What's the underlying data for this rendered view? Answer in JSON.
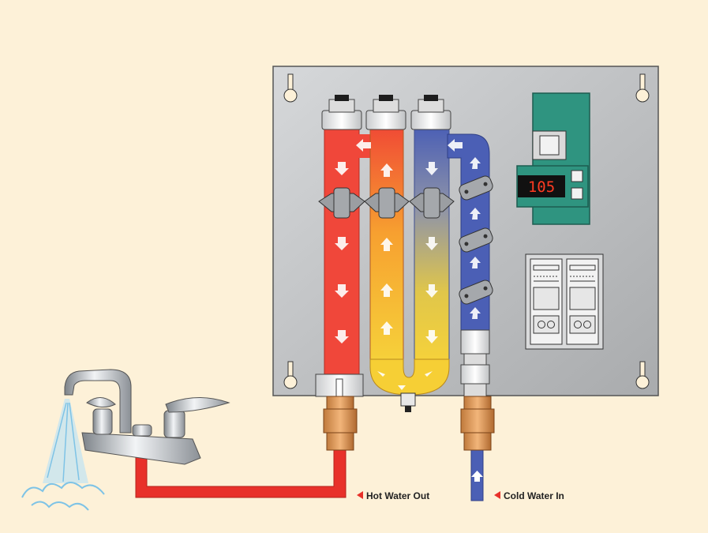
{
  "diagram": {
    "display_reading": "105",
    "labels": {
      "hot_out": "Hot Water Out",
      "cold_in": "Cold Water In"
    }
  },
  "colors": {
    "background": "#fdf1d8",
    "panel": "#c8cacc",
    "hot_pipe": "#f0473a",
    "cold_pipe": "#4b5fb5",
    "warm_pipe": "#f5c42a",
    "controller": "#2f9480",
    "display": "#ff3b22",
    "label_arrow": "#e8312a"
  }
}
